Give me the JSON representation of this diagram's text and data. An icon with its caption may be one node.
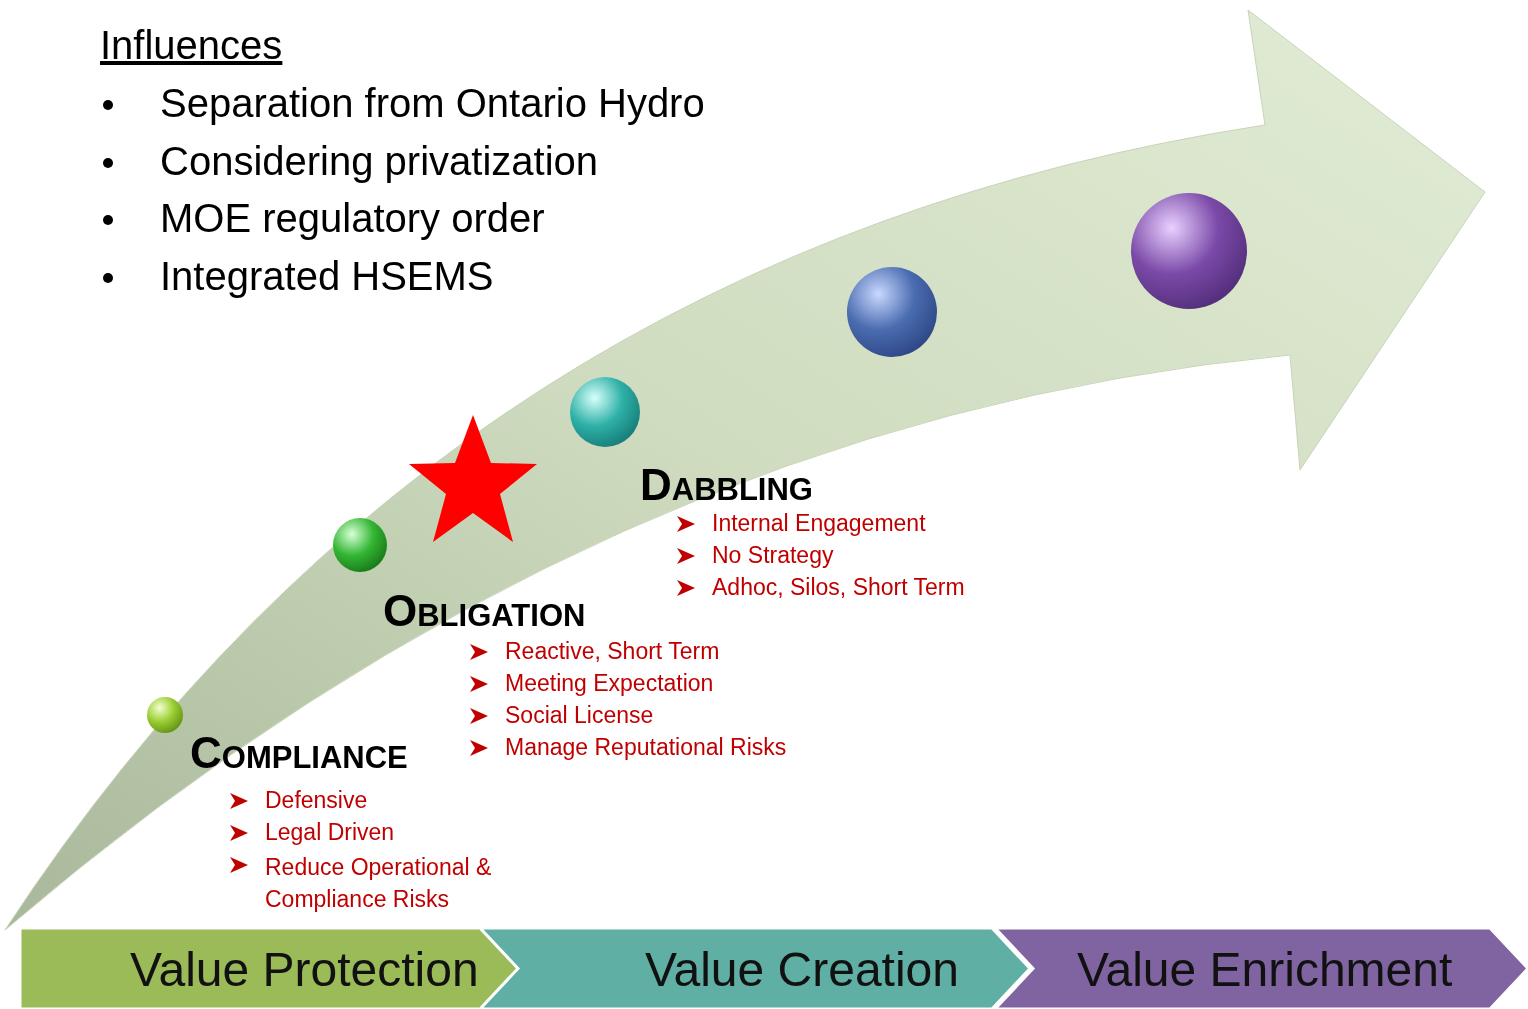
{
  "diagram": {
    "nodes": [
      {
        "text": [
          "Value Protection"
        ]
      },
      {
        "text": [
          "Value Creation"
        ]
      },
      {
        "text": [
          "Value Enrichment"
        ]
      }
    ],
    "labels": [
      "Influences",
      "Separation  from Ontario Hydro",
      "Considering privatization",
      "MOE regulatory order",
      "Integrated HSEMS",
      "Dabbling",
      "Internal Engagement",
      "No Strategy",
      "Adhoc, Silos, Short Term",
      "Obligation",
      "Reactive, Short Term",
      "Meeting Expectation",
      "Social License",
      "Manage Reputational Risks",
      "Compliance",
      "Defensive",
      "Legal Driven",
      "Reduce Operational & Compliance Risks"
    ]
  }
}
